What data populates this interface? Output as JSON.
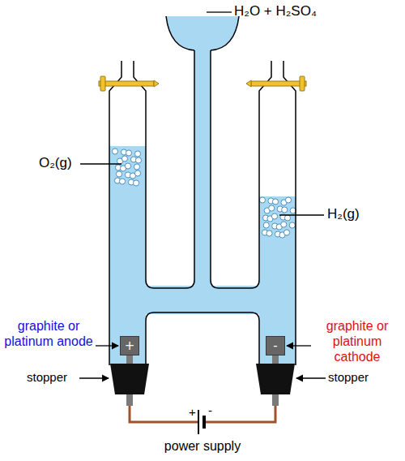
{
  "diagram": {
    "nodes": [
      {
        "text": [
          "+"
        ]
      },
      {
        "text": [
          "-"
        ]
      }
    ],
    "labels": [
      "H₂O + H₂SO₄",
      "O₂(g)",
      "H₂(g)",
      "graphite or platinum anode",
      "stopper",
      "graphite or platinum cathode",
      "stopper",
      "+",
      "-",
      "power supply"
    ]
  }
}
